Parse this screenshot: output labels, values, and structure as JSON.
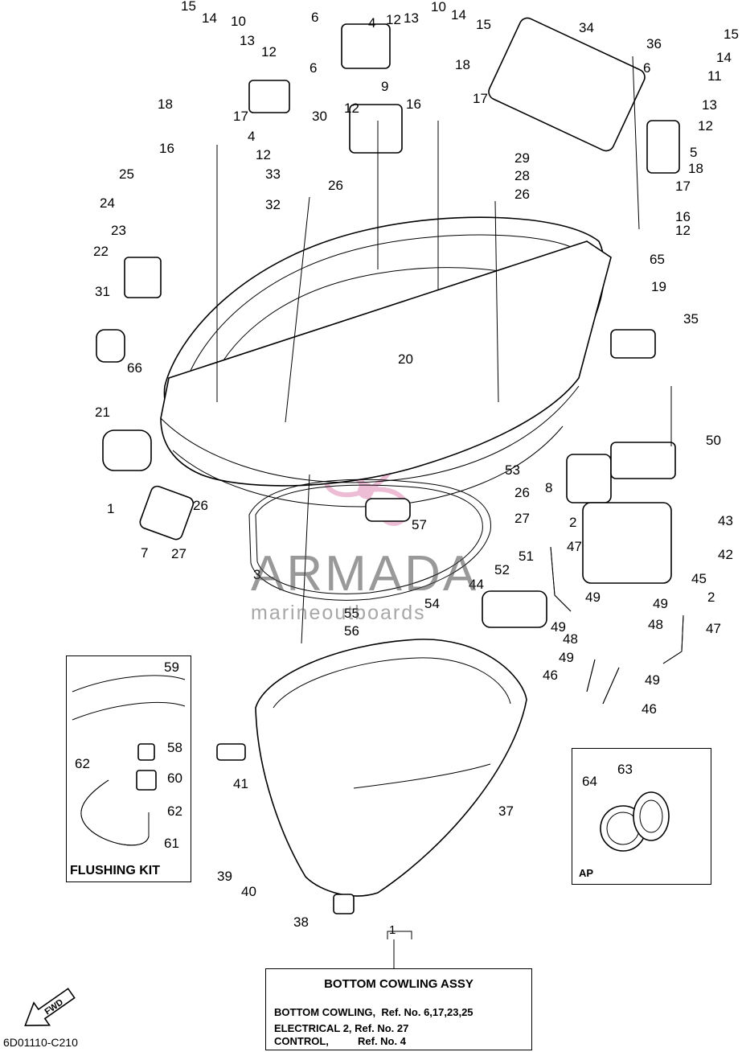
{
  "callouts": [
    "1",
    "2",
    "3",
    "4",
    "5",
    "6",
    "7",
    "8",
    "9",
    "10",
    "11",
    "12",
    "13",
    "14",
    "15",
    "16",
    "17",
    "18",
    "19",
    "20",
    "21",
    "22",
    "23",
    "24",
    "25",
    "26",
    "27",
    "28",
    "29",
    "30",
    "31",
    "32",
    "33",
    "34",
    "35",
    "36",
    "37",
    "38",
    "39",
    "40",
    "41",
    "42",
    "43",
    "44",
    "45",
    "46",
    "47",
    "48",
    "49",
    "50",
    "51",
    "52",
    "53",
    "54",
    "55",
    "56",
    "57",
    "58",
    "59",
    "60",
    "61",
    "62",
    "63",
    "64",
    "65",
    "66"
  ],
  "flushing_kit": {
    "title": "FLUSHING KIT"
  },
  "ap_box": {
    "title": "AP"
  },
  "assembly": {
    "ref_number": "1",
    "title": "BOTTOM COWLING ASSY",
    "rows": [
      "BOTTOM COWLING,  Ref. No. 6,17,23,25",
      "ELECTRICAL 2, Ref. No. 27",
      "CONTROL,          Ref. No. 4"
    ]
  },
  "fwd_label": "FWD",
  "footer_code": "6D01110-C210",
  "watermark": {
    "brand": "ARMADA",
    "sub": "marineoutboards"
  },
  "colors": {
    "line": "#000000",
    "watermark_pink": "#e7a6c7",
    "watermark_grey": "#555555"
  }
}
